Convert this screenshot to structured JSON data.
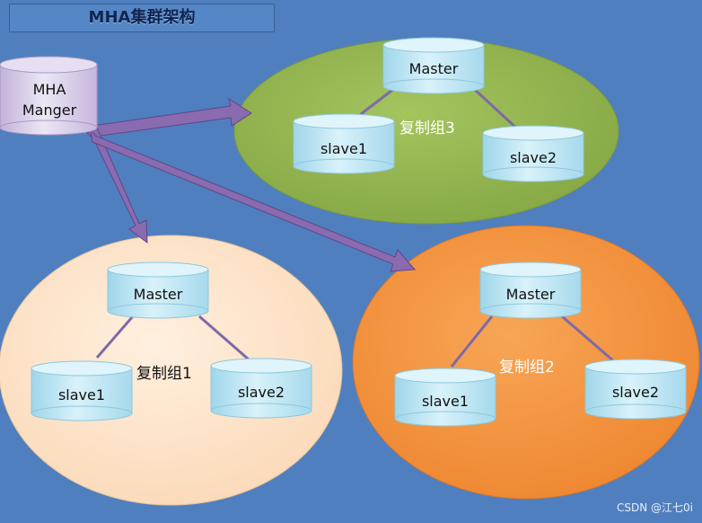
{
  "title": "MHA集群架构",
  "manager": {
    "label": "MHA\nManger"
  },
  "groups": [
    {
      "label": "复制组3",
      "color": "#8fb150",
      "label_color": "#ffffff",
      "nodes": [
        "Master",
        "slave1",
        "slave2"
      ]
    },
    {
      "label": "复制组1",
      "color": "#fde4cb",
      "label_color": "#111111",
      "nodes": [
        "Master",
        "slave1",
        "slave2"
      ]
    },
    {
      "label": "复制组2",
      "color": "#f3953f",
      "label_color": "#ffffff",
      "nodes": [
        "Master",
        "slave1",
        "slave2"
      ]
    }
  ],
  "watermark": "CSDN @江七0i",
  "colors": {
    "background": "#4f7fbf",
    "arrow": "#8a6bb0",
    "db_fill": "#bfe8f5",
    "db_top": "#dff4fb",
    "manager_fill": "#d9cde8"
  }
}
